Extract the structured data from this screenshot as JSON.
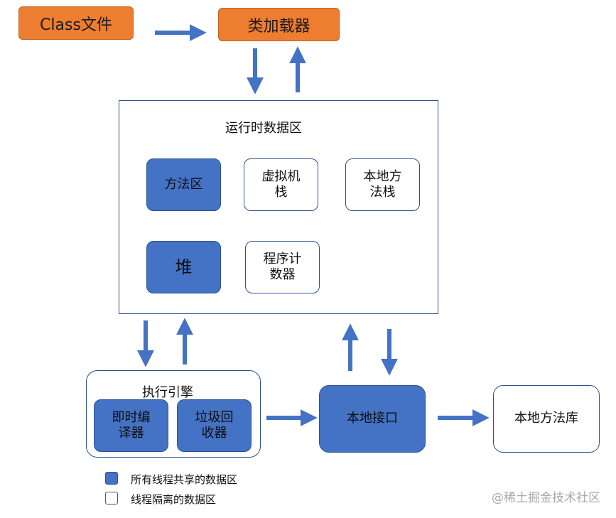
{
  "nodes": {
    "class_file": "Class文件",
    "class_loader": "类加载器",
    "runtime_data_area": "运行时数据区",
    "method_area": "方法区",
    "vm_stack": "虚拟机\n栈",
    "native_method_stack": "本地方\n法栈",
    "heap": "堆",
    "program_counter": "程序计\n数器",
    "execution_engine": "执行引擎",
    "jit_compiler": "即时编\n译器",
    "garbage_collector": "垃圾回\n收器",
    "native_interface": "本地接口",
    "native_method_library": "本地方法库"
  },
  "legend": {
    "shared": "所有线程共享的数据区",
    "isolated": "线程隔离的数据区"
  },
  "watermark": "@稀土掘金技术社区",
  "colors": {
    "orange": "#ed7d31",
    "blue": "#4472c4",
    "border": "#2f4f8f"
  }
}
